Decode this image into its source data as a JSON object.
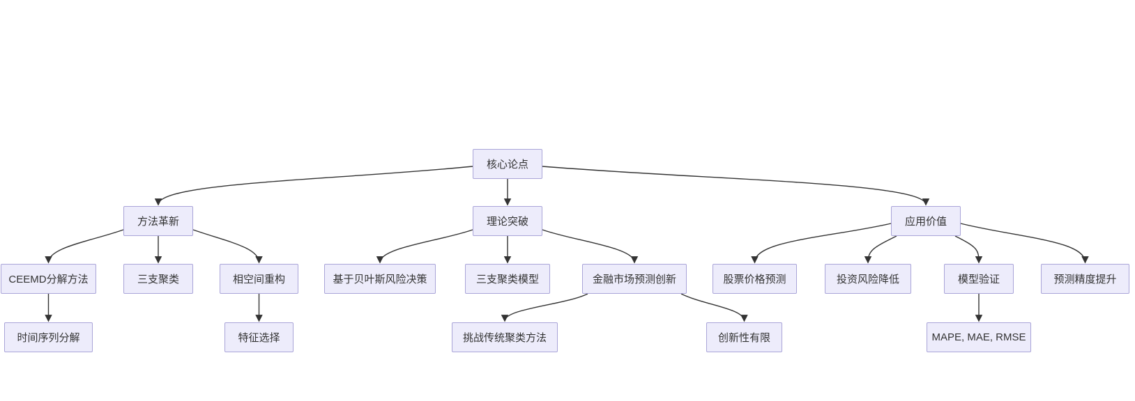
{
  "diagram": {
    "type": "flowchart",
    "direction": "top-down",
    "title": "核心论点",
    "colors": {
      "background": "#FFFFFF",
      "node_fill": "#EDECFB",
      "node_border": "#A9A4D8",
      "edge": "#333333",
      "text": "#333333"
    },
    "nodes": [
      {
        "id": "core-thesis",
        "label": "核心论点",
        "level": 1
      },
      {
        "id": "method-innovation",
        "label": "方法革新",
        "level": 2
      },
      {
        "id": "theory-breakthrough",
        "label": "理论突破",
        "level": 2
      },
      {
        "id": "application-value",
        "label": "应用价值",
        "level": 2
      },
      {
        "id": "ceemd-decomposition",
        "label": "CEEMD分解方法",
        "level": 3
      },
      {
        "id": "three-way-clustering",
        "label": "三支聚类",
        "level": 3
      },
      {
        "id": "phase-space-reconstruction",
        "label": "相空间重构",
        "level": 3
      },
      {
        "id": "bayesian-risk-decision",
        "label": "基于贝叶斯风险决策",
        "level": 3
      },
      {
        "id": "three-way-clustering-model",
        "label": "三支聚类模型",
        "level": 3
      },
      {
        "id": "financial-market-forecast-innovation",
        "label": "金融市场预测创新",
        "level": 3
      },
      {
        "id": "stock-price-prediction",
        "label": "股票价格预测",
        "level": 3
      },
      {
        "id": "investment-risk-reduction",
        "label": "投资风险降低",
        "level": 3
      },
      {
        "id": "model-validation",
        "label": "模型验证",
        "level": 3
      },
      {
        "id": "forecast-accuracy-improvement",
        "label": "预测精度提升",
        "level": 3
      },
      {
        "id": "time-series-decomposition",
        "label": "时间序列分解",
        "level": 4
      },
      {
        "id": "feature-selection",
        "label": "特征选择",
        "level": 4
      },
      {
        "id": "challenge-traditional-clustering",
        "label": "挑战传统聚类方法",
        "level": 4
      },
      {
        "id": "limited-novelty",
        "label": "创新性有限",
        "level": 4
      },
      {
        "id": "error-metrics",
        "label": "MAPE, MAE, RMSE",
        "level": 4
      }
    ],
    "edges": [
      {
        "from": "core-thesis",
        "to": "method-innovation"
      },
      {
        "from": "core-thesis",
        "to": "theory-breakthrough"
      },
      {
        "from": "core-thesis",
        "to": "application-value"
      },
      {
        "from": "method-innovation",
        "to": "ceemd-decomposition"
      },
      {
        "from": "method-innovation",
        "to": "three-way-clustering"
      },
      {
        "from": "method-innovation",
        "to": "phase-space-reconstruction"
      },
      {
        "from": "theory-breakthrough",
        "to": "bayesian-risk-decision"
      },
      {
        "from": "theory-breakthrough",
        "to": "three-way-clustering-model"
      },
      {
        "from": "theory-breakthrough",
        "to": "financial-market-forecast-innovation"
      },
      {
        "from": "application-value",
        "to": "stock-price-prediction"
      },
      {
        "from": "application-value",
        "to": "investment-risk-reduction"
      },
      {
        "from": "application-value",
        "to": "model-validation"
      },
      {
        "from": "application-value",
        "to": "forecast-accuracy-improvement"
      },
      {
        "from": "ceemd-decomposition",
        "to": "time-series-decomposition"
      },
      {
        "from": "phase-space-reconstruction",
        "to": "feature-selection"
      },
      {
        "from": "financial-market-forecast-innovation",
        "to": "challenge-traditional-clustering"
      },
      {
        "from": "financial-market-forecast-innovation",
        "to": "limited-novelty"
      },
      {
        "from": "model-validation",
        "to": "error-metrics"
      }
    ]
  }
}
